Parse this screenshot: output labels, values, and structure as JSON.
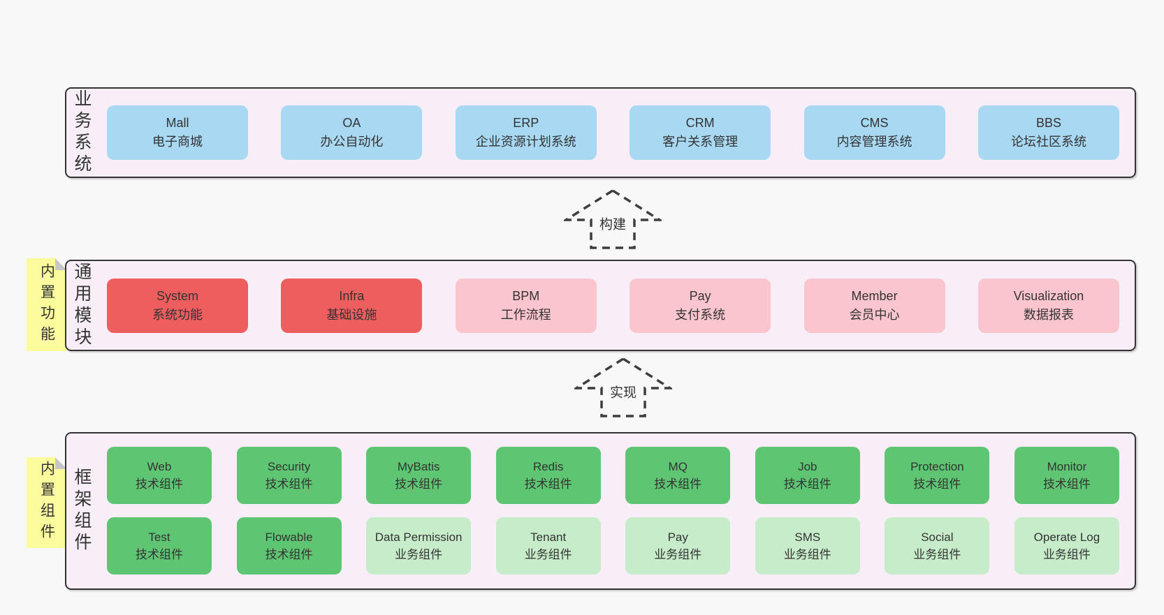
{
  "colors": {
    "page_bg": "#f8f8f8",
    "band_bg": "#f8eef7",
    "line": "#333333",
    "text": "#333333",
    "box_blue": "#a8d8f2",
    "box_red": "#ef5e5e",
    "box_pink": "#fac5cc",
    "box_green": "#5ec573",
    "box_green_light": "#c7ecca",
    "note_bg": "#fbfb9e",
    "note_fold": "#c6c6c6",
    "arrow_stroke": "#3d3d3d"
  },
  "bands": [
    {
      "key": "business-systems",
      "vertical_label": "业务系统",
      "rows": [
        [
          {
            "name": "Mall",
            "desc": "电子商城",
            "variant": "blue"
          },
          {
            "name": "OA",
            "desc": "办公自动化",
            "variant": "blue"
          },
          {
            "name": "ERP",
            "desc": "企业资源计划系统",
            "variant": "blue"
          },
          {
            "name": "CRM",
            "desc": "客户关系管理",
            "variant": "blue"
          },
          {
            "name": "CMS",
            "desc": "内容管理系统",
            "variant": "blue"
          },
          {
            "name": "BBS",
            "desc": "论坛社区系统",
            "variant": "blue"
          }
        ]
      ]
    },
    {
      "key": "common-modules",
      "vertical_label": "通用模块",
      "rows": [
        [
          {
            "name": "System",
            "desc": "系统功能",
            "variant": "red"
          },
          {
            "name": "Infra",
            "desc": "基础设施",
            "variant": "red"
          },
          {
            "name": "BPM",
            "desc": "工作流程",
            "variant": "pink"
          },
          {
            "name": "Pay",
            "desc": "支付系统",
            "variant": "pink"
          },
          {
            "name": "Member",
            "desc": "会员中心",
            "variant": "pink"
          },
          {
            "name": "Visualization",
            "desc": "数据报表",
            "variant": "pink"
          }
        ]
      ]
    },
    {
      "key": "framework-components",
      "vertical_label": "框架组件",
      "rows": [
        [
          {
            "name": "Web",
            "desc": "技术组件",
            "variant": "green"
          },
          {
            "name": "Security",
            "desc": "技术组件",
            "variant": "green"
          },
          {
            "name": "MyBatis",
            "desc": "技术组件",
            "variant": "green"
          },
          {
            "name": "Redis",
            "desc": "技术组件",
            "variant": "green"
          },
          {
            "name": "MQ",
            "desc": "技术组件",
            "variant": "green"
          },
          {
            "name": "Job",
            "desc": "技术组件",
            "variant": "green"
          },
          {
            "name": "Protection",
            "desc": "技术组件",
            "variant": "green"
          },
          {
            "name": "Monitor",
            "desc": "技术组件",
            "variant": "green"
          }
        ],
        [
          {
            "name": "Test",
            "desc": "技术组件",
            "variant": "green"
          },
          {
            "name": "Flowable",
            "desc": "技术组件",
            "variant": "green"
          },
          {
            "name": "Data Permission",
            "desc": "业务组件",
            "variant": "lightgreen"
          },
          {
            "name": "Tenant",
            "desc": "业务组件",
            "variant": "lightgreen"
          },
          {
            "name": "Pay",
            "desc": "业务组件",
            "variant": "lightgreen"
          },
          {
            "name": "SMS",
            "desc": "业务组件",
            "variant": "lightgreen"
          },
          {
            "name": "Social",
            "desc": "业务组件",
            "variant": "lightgreen"
          },
          {
            "name": "Operate Log",
            "desc": "业务组件",
            "variant": "lightgreen"
          }
        ]
      ]
    }
  ],
  "notes": [
    {
      "text": "内置功能"
    },
    {
      "text": "内置组件"
    }
  ],
  "arrows": [
    {
      "label": "构建"
    },
    {
      "label": "实现"
    }
  ]
}
